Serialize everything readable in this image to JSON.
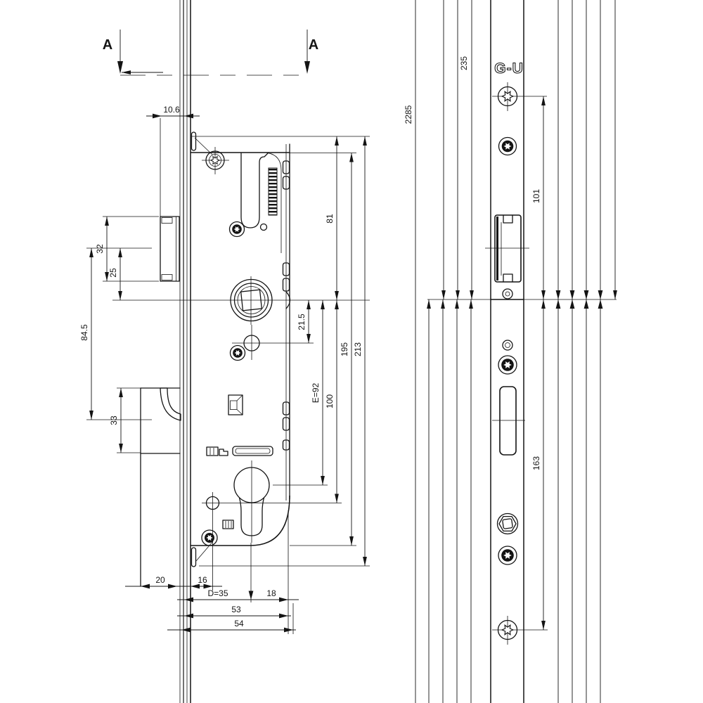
{
  "section_marks": {
    "left_label": "A",
    "right_label": "A"
  },
  "brand_logo": "G-U",
  "dims_left": {
    "d10_6": "10.6",
    "d32": "32",
    "d25": "25",
    "d84_5": "84.5",
    "d33": "33",
    "d20": "20",
    "d16": "16",
    "dD35": "D=35",
    "d18": "18",
    "d53": "53",
    "d54": "54",
    "d21_5": "21.5",
    "dE92": "E=92",
    "d100": "100",
    "d81": "81",
    "d195": "195",
    "d213": "213"
  },
  "dims_right": {
    "d2285": "2285",
    "d235": "235",
    "d101": "101",
    "d163": "163"
  }
}
